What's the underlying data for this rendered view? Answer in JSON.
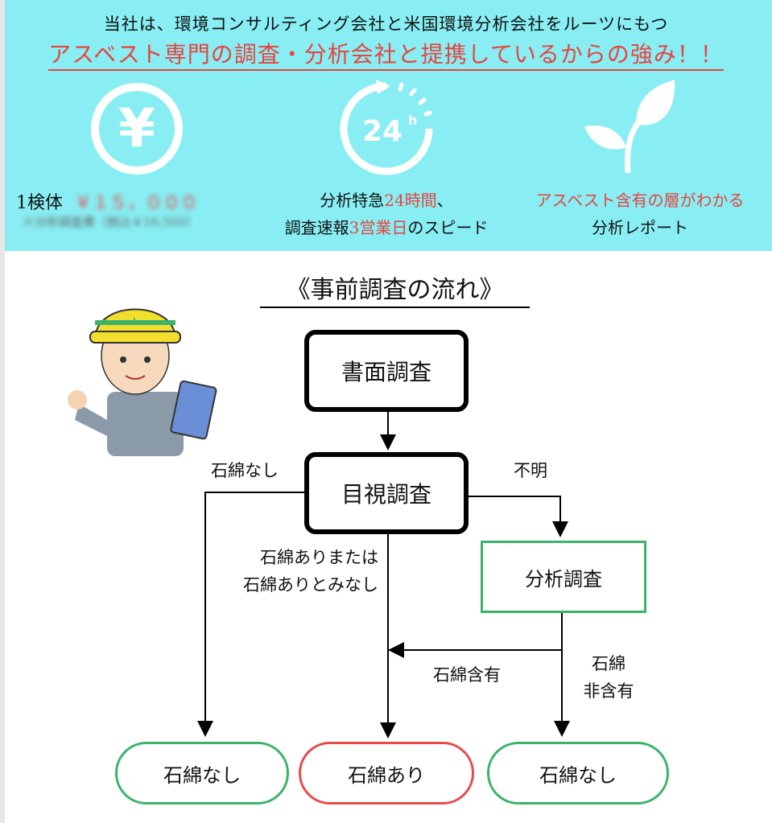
{
  "header": {
    "line1": "当社は、環境コンサルティング会社と米国環境分析会社をルーツにもつ",
    "line2": "アスベスト専門の調査・分析会社と提携しているからの強み！！"
  },
  "features": [
    {
      "icon": "yen-icon",
      "label": "1検体",
      "price": "￥１５，０００",
      "note": "※分析調査費（税込￥16,500）"
    },
    {
      "icon": "clock-24h-icon",
      "line1_a": "分析特急",
      "line1_b": "24時間",
      "line1_c": "、",
      "line2_a": "調査速報",
      "line2_b": "3営業日",
      "line2_c": "のスピード"
    },
    {
      "icon": "leaf-icon",
      "line1": "アスベスト含有の層がわかる",
      "line2": "分析レポート"
    }
  ],
  "flow": {
    "title": "《事前調査の流れ》",
    "step1": "書面調査",
    "step2": "目視調査",
    "step3": "分析調査",
    "label_none_left": "石綿なし",
    "label_unknown": "不明",
    "label_present_1": "石綿ありまたは",
    "label_present_2": "石綿ありとみなし",
    "label_contains": "石綿含有",
    "label_not_1": "石綿",
    "label_not_2": "非含有",
    "result_left": "石綿なし",
    "result_mid": "石綿あり",
    "result_right": "石綿なし"
  },
  "colors": {
    "band": "#88eef3",
    "accent_red": "#e8433f",
    "green": "#3bb36a"
  }
}
